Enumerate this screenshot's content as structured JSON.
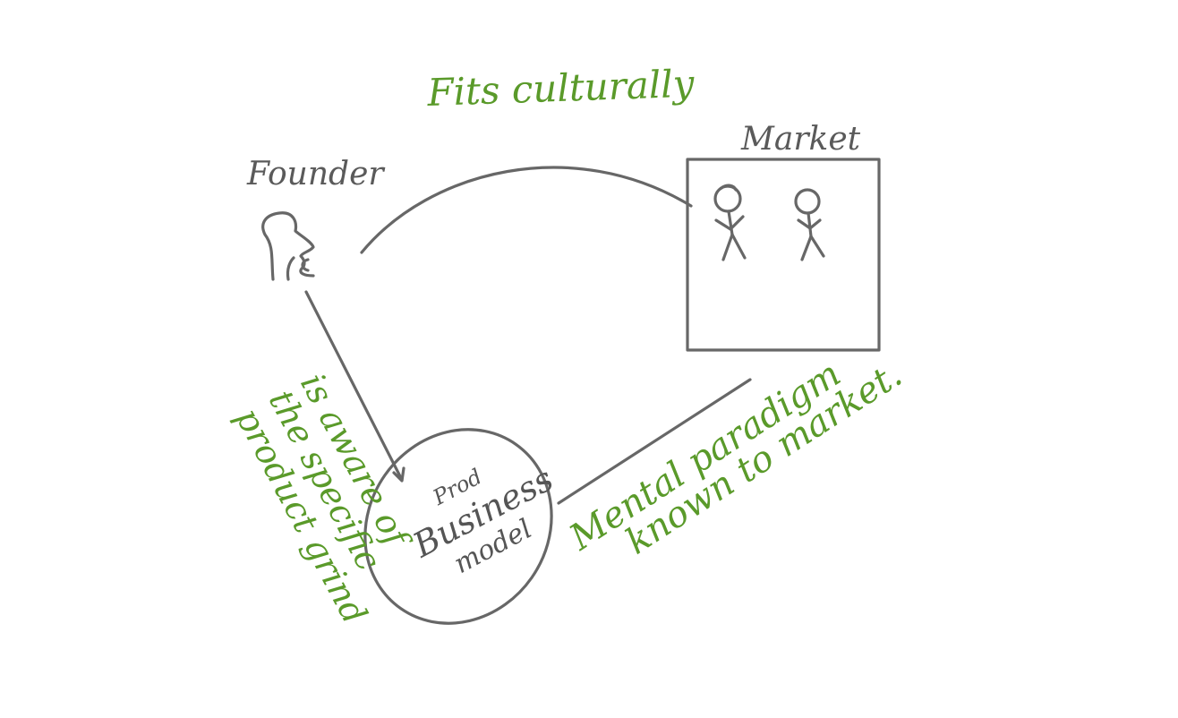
{
  "diagram": {
    "ink_color": "#676767",
    "accent_color": "#5a9a2a",
    "founder_label": "Founder",
    "market_label": "Market",
    "fits_culturally": "Fits culturally",
    "awareness_lines": [
      "is aware of",
      "the specific",
      "product grind"
    ],
    "business_model_lines": [
      "Prod",
      "Business",
      "model"
    ],
    "paradigm_lines": [
      "Mental paradigm",
      "known to market."
    ]
  }
}
